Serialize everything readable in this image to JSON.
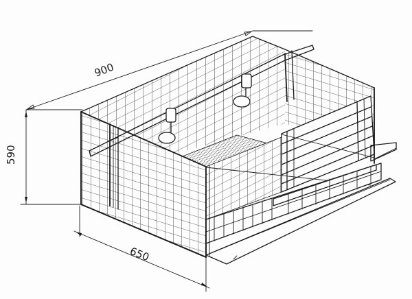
{
  "diagram": {
    "type": "isometric technical drawing",
    "subject": "wire mesh cage with feeder tray, drinkers and front door",
    "dimensions": {
      "length": {
        "label": "900"
      },
      "height": {
        "label": "590"
      },
      "width": {
        "label": "650"
      }
    },
    "colors": {
      "line": "#1c1c1c",
      "background": "#fdfdfd"
    }
  }
}
